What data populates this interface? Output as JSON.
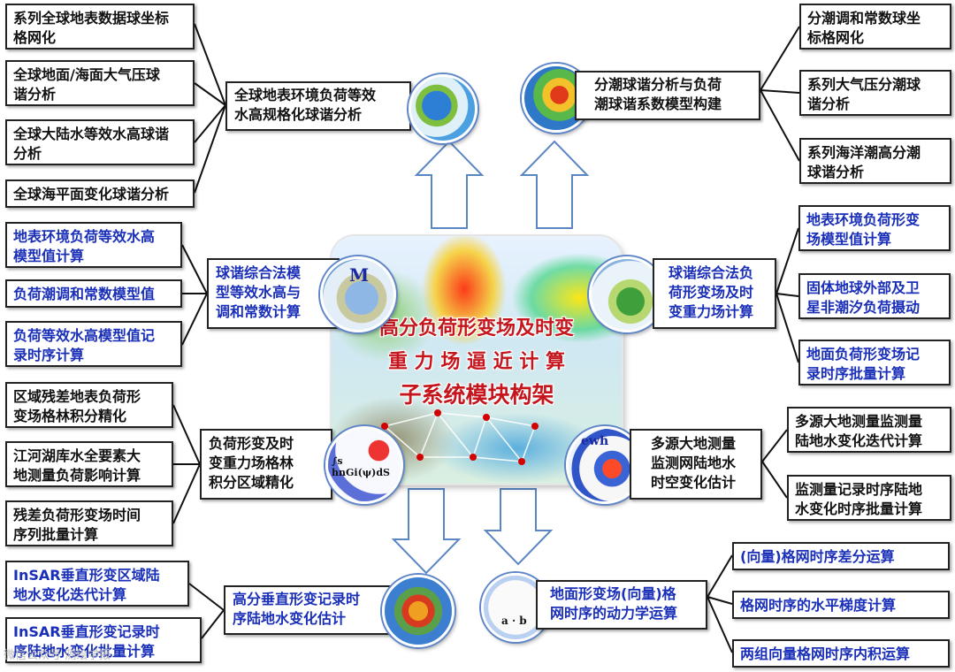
{
  "center": {
    "title_line1": "高分负荷形变场及时变",
    "title_line2": "重 力 场 逼 近 计 算",
    "title_line3": "子系统模块构架"
  },
  "modules": {
    "top_left": {
      "line1": "全球地表环境负荷等效",
      "line2": "水高规格化球谐分析"
    },
    "top_right": {
      "line1": "分潮球谐分析与负荷",
      "line2": "潮球谐系数模型构建"
    },
    "mid_left": {
      "line1": "球谐综合法模",
      "line2": "型等效水高与",
      "line3": "调和常数计算",
      "icon_letter": "M"
    },
    "mid_right": {
      "line1": "球谐综合法负",
      "line2": "荷形变场及时",
      "line3": "变重力场计算"
    },
    "low_left": {
      "line1": "负荷形变及时",
      "line2": "变重力场格林",
      "line3": "积分区域精化",
      "formula": "∫s hnGi(ψ)dS"
    },
    "low_right": {
      "line1": "多源大地测量",
      "line2": "监测网陆地水",
      "line3": "时空变化估计",
      "icon_label": "ewh"
    },
    "bottom_left": {
      "line1": "高分垂直形变记录时",
      "line2": "序陆地水变化估计"
    },
    "bottom_right": {
      "line1": "地面形变场(向量)格",
      "line2": "网时序的动力学运算",
      "icon_label": "a · b"
    }
  },
  "leaves": {
    "top_left": [
      {
        "line1": "系列全球地表数据球坐标",
        "line2": "格网化"
      },
      {
        "line1": "全球地面/海面大气压球",
        "line2": "谐分析"
      },
      {
        "line1": "全球大陆水等效水高球谐",
        "line2": "分析"
      },
      {
        "line1": "全球海平面变化球谐分析",
        "line2": ""
      }
    ],
    "top_right": [
      {
        "line1": "分潮调和常数球坐",
        "line2": "标格网化"
      },
      {
        "line1": "系列大气压分潮球",
        "line2": "谐分析"
      },
      {
        "line1": "系列海洋潮高分潮",
        "line2": "球谐分析"
      }
    ],
    "mid_left": [
      {
        "line1": "地表环境负荷等效水高",
        "line2": "模型值计算"
      },
      {
        "line1": "负荷潮调和常数模型值",
        "line2": ""
      },
      {
        "line1": "负荷等效水高模型值记",
        "line2": "录时序计算"
      }
    ],
    "mid_right": [
      {
        "line1": "地表环境负荷形变",
        "line2": "场模型值计算"
      },
      {
        "line1": "固体地球外部及卫",
        "line2": "星非潮汐负荷摄动"
      },
      {
        "line1": "地面负荷形变场记",
        "line2": "录时序批量计算"
      }
    ],
    "low_left": [
      {
        "line1": "区域残差地表负荷形",
        "line2": "变场格林积分精化"
      },
      {
        "line1": "江河湖库水全要素大",
        "line2": "地测量负荷影响计算"
      },
      {
        "line1": "残差负荷形变场时间",
        "line2": "序列批量计算"
      }
    ],
    "low_right": [
      {
        "line1": "多源大地测量监测量",
        "line2": "陆地水变化迭代计算"
      },
      {
        "line1": "监测量记录时序陆地",
        "line2": "水变化时序批量计算"
      }
    ],
    "bottom_left": [
      {
        "line1": "InSAR垂直形变区域陆",
        "line2": "地水变化迭代计算"
      },
      {
        "line1": "InSAR垂直形变记录时",
        "line2": "序陆地水变化批量计算"
      }
    ],
    "bottom_right": [
      {
        "line1": "(向量)格网时序差分运算",
        "line2": ""
      },
      {
        "line1": "格网时序的水平梯度计算",
        "line2": ""
      },
      {
        "line1": "两组向量格网时序内积运算",
        "line2": ""
      }
    ]
  },
  "watermark": "微信公众号 测绘学报",
  "colors": {
    "leaf_blue_text": "#1a2fb8",
    "center_title_red": "#c4161c",
    "arrow_blue": "#5a86c4",
    "connector": "#111111"
  }
}
